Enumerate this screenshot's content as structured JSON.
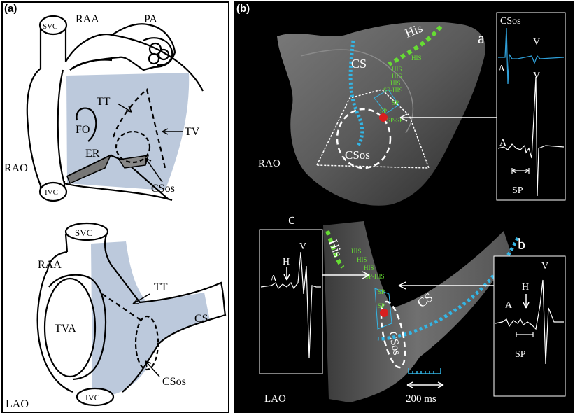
{
  "panel_a": {
    "label": "(a)",
    "rao": {
      "view": "RAO",
      "labels": {
        "svc": "SVC",
        "raa": "RAA",
        "pa": "PA",
        "tt": "TT",
        "fo": "FO",
        "tv": "TV",
        "er": "ER",
        "csos": "CSos",
        "ivc": "IVC"
      }
    },
    "lao": {
      "view": "LAO",
      "labels": {
        "svc": "SVC",
        "raa": "RAA",
        "tt": "TT",
        "tva": "TVA",
        "cs": "CS",
        "csos": "CSos",
        "ivc": "IVC"
      }
    }
  },
  "panel_b": {
    "label": "(b)",
    "view_rao": "RAO",
    "view_lao": "LAO",
    "his": "His",
    "cs": "CS",
    "csos": "CSos",
    "marker_a": "a",
    "marker_b": "b",
    "marker_c": "c",
    "scale_label": "200 ms",
    "points_rao": [
      "HIS",
      "HIS",
      "HIS",
      "HIS",
      "SP-HIS",
      "SP",
      "SP",
      "SP-SP"
    ],
    "points_lao": [
      "HIS",
      "HIS",
      "HIS",
      "SP-HIS",
      "SP",
      "SP"
    ],
    "egm_a": {
      "title": "CSos",
      "a": "A",
      "v": "V",
      "a2": "A",
      "v2": "V",
      "sp": "SP"
    },
    "egm_b": {
      "a": "A",
      "h": "H",
      "v": "V",
      "sp": "SP"
    },
    "egm_c": {
      "a": "A",
      "h": "H",
      "v": "V"
    }
  },
  "colors": {
    "atrium_fill": "#bcc9dc",
    "his_green": "#66dd33",
    "cs_blue": "#33b6e6",
    "egm_blue": "#2f9fd8"
  }
}
